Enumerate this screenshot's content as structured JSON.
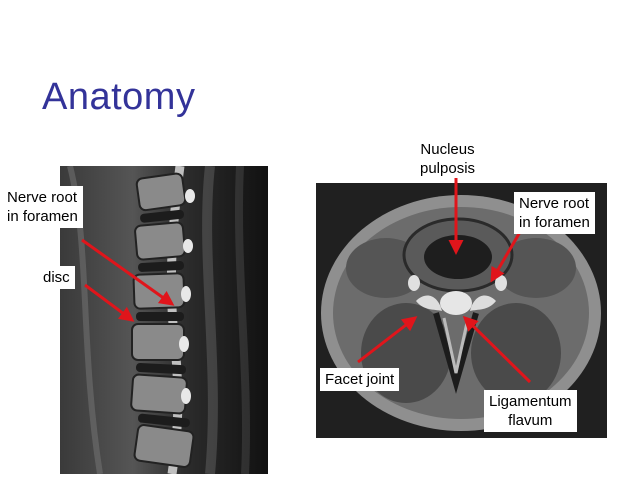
{
  "slide": {
    "title": "Anatomy"
  },
  "labels": {
    "nerve_root_left_line1": "Nerve root",
    "nerve_root_left_line2": "in foramen",
    "disc": "disc",
    "nucleus_line1": "Nucleus",
    "nucleus_line2": "pulposis",
    "nerve_root_right_line1": "Nerve root",
    "nerve_root_right_line2": "in foramen",
    "facet_joint": "Facet joint",
    "ligamentum_line1": "Ligamentum",
    "ligamentum_line2": "flavum"
  },
  "colors": {
    "title": "#333399",
    "arrow": "#e0151b"
  }
}
